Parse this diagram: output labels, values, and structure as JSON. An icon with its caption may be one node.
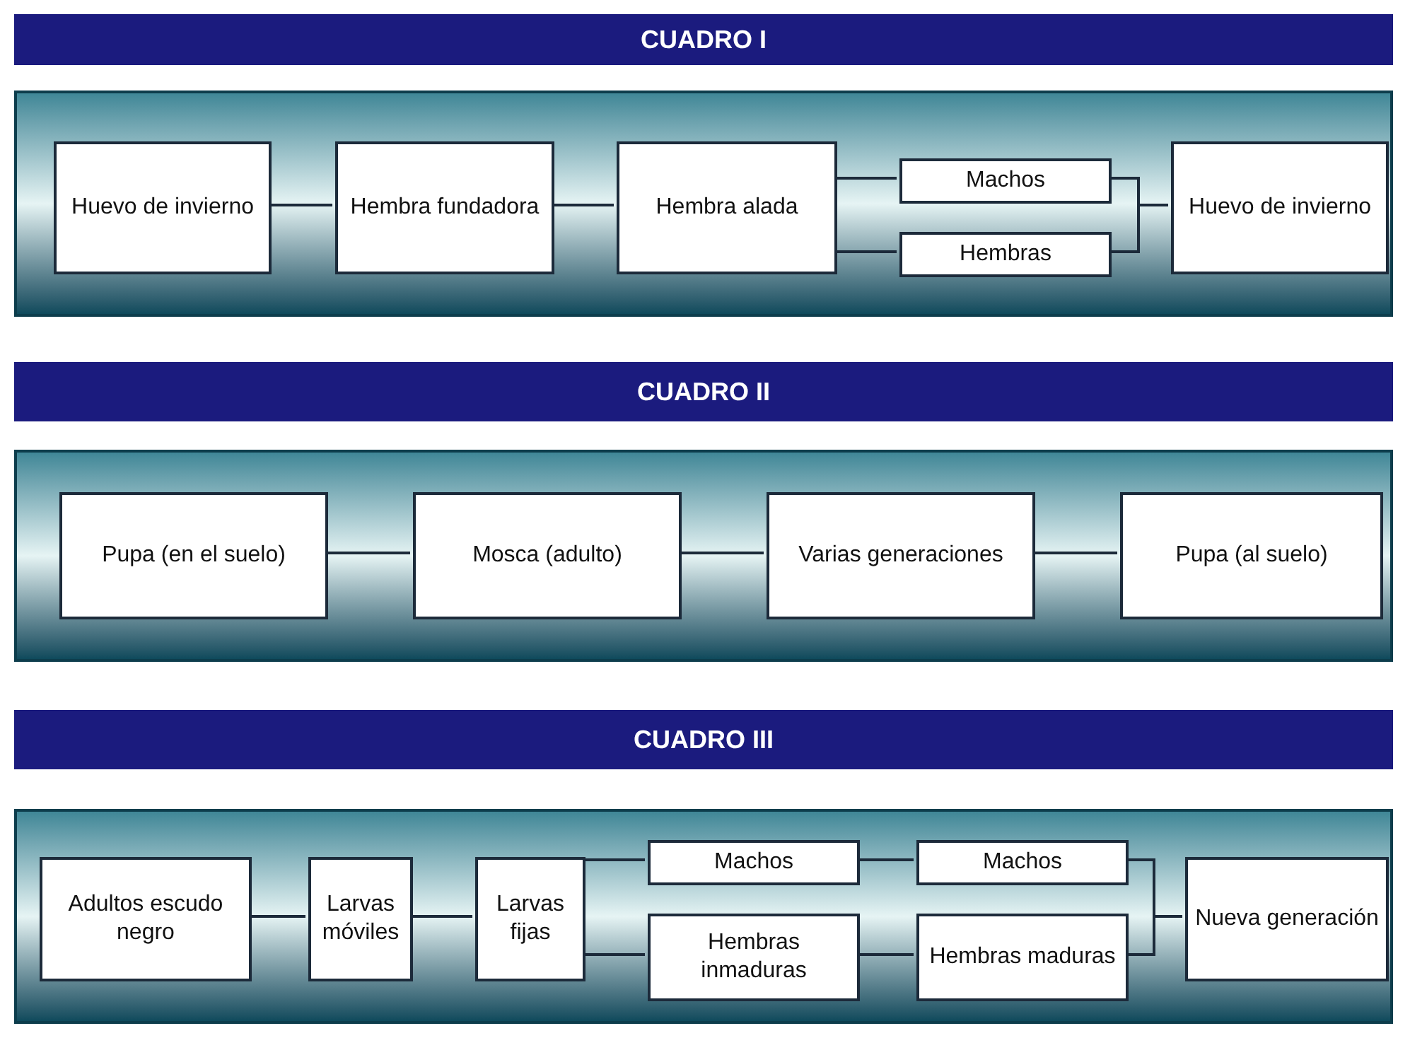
{
  "diagram": {
    "nodes": [
      {
        "text": [
          "CUADRO I"
        ]
      },
      {
        "text": [],
        "shape": "box"
      },
      {
        "text": [
          "Huevo de invierno"
        ],
        "in": 1
      },
      {
        "text": [
          "Hembra fundadora"
        ],
        "in": 1
      },
      {
        "text": [
          "Hembra alada"
        ],
        "in": 1
      },
      {
        "text": [
          "Machos"
        ],
        "in": 1
      },
      {
        "text": [
          "Hembras"
        ],
        "in": 1
      },
      {
        "text": [
          "Huevo de invierno"
        ],
        "in": 1
      },
      {
        "text": [
          "CUADRO II"
        ]
      },
      {
        "text": [],
        "shape": "box"
      },
      {
        "text": [
          "Pupa (en el suelo)"
        ],
        "in": 9
      },
      {
        "text": [
          "Mosca (adulto)"
        ],
        "in": 9
      },
      {
        "text": [
          "Varias generaciones"
        ],
        "in": 9
      },
      {
        "text": [
          "Pupa (al suelo)"
        ],
        "in": 9
      },
      {
        "text": [
          "CUADRO III"
        ]
      },
      {
        "text": [],
        "shape": "box"
      },
      {
        "text": [
          "Adultos escudo negro"
        ],
        "in": 15
      },
      {
        "text": [
          "Larvas móviles"
        ],
        "in": 15
      },
      {
        "text": [
          "Larvas fijas"
        ],
        "in": 15
      },
      {
        "text": [
          "Machos"
        ],
        "in": 15
      },
      {
        "text": [
          "Hembras inmaduras"
        ],
        "in": 15
      },
      {
        "text": [
          "Machos"
        ],
        "in": 15
      },
      {
        "text": [
          "Hembras maduras"
        ],
        "in": 15
      },
      {
        "text": [
          "Nueva generación"
        ],
        "in": 15
      }
    ],
    "edges": [
      {
        "from": 2,
        "to": 3,
        "arrow": "none"
      },
      {
        "from": 3,
        "to": 4,
        "arrow": "none"
      },
      {
        "from": 4,
        "to": 5,
        "arrow": "none"
      },
      {
        "from": 4,
        "to": 6,
        "arrow": "none"
      },
      {
        "from": 5,
        "to": 7,
        "arrow": "none"
      },
      {
        "from": 6,
        "to": 7,
        "arrow": "none"
      },
      {
        "from": 10,
        "to": 11,
        "arrow": "none"
      },
      {
        "from": 11,
        "to": 12,
        "arrow": "none"
      },
      {
        "from": 12,
        "to": 13,
        "arrow": "none"
      },
      {
        "from": 16,
        "to": 17,
        "arrow": "none"
      },
      {
        "from": 17,
        "to": 18,
        "arrow": "none"
      },
      {
        "from": 18,
        "to": 19,
        "arrow": "none"
      },
      {
        "from": 18,
        "to": 20,
        "arrow": "none"
      },
      {
        "from": 19,
        "to": 21,
        "arrow": "none"
      },
      {
        "from": 20,
        "to": 22,
        "arrow": "none"
      },
      {
        "from": 21,
        "to": 23,
        "arrow": "none"
      },
      {
        "from": 22,
        "to": 23,
        "arrow": "none"
      }
    ]
  }
}
